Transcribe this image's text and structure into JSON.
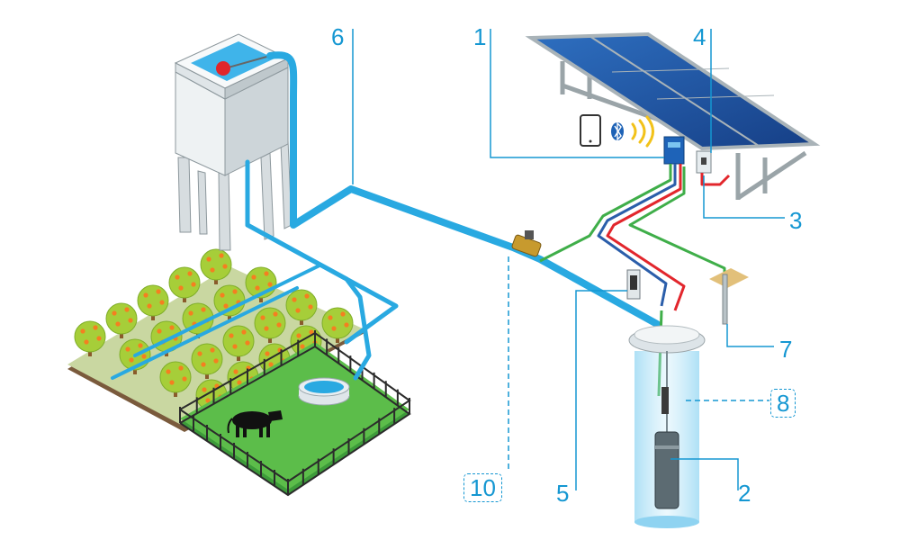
{
  "colors": {
    "pipe": "#29a9e1",
    "label": "#1597d2",
    "wire_green": "#3fae49",
    "wire_red": "#e2262c",
    "wire_blue": "#2b5eaa",
    "panel": "#1f56a3",
    "grass": "#53b947",
    "tree_leaf": "#a6ce39",
    "fruit": "#f47f20"
  },
  "icons": [
    "smartphone-icon",
    "bluetooth-icon",
    "wireless-signal-icon",
    "cow-icon"
  ],
  "labels": {
    "n1": "1",
    "n2": "2",
    "n3": "3",
    "n4": "4",
    "n5": "5",
    "n6": "6",
    "n7": "7",
    "n8": "8",
    "n10": "10"
  }
}
